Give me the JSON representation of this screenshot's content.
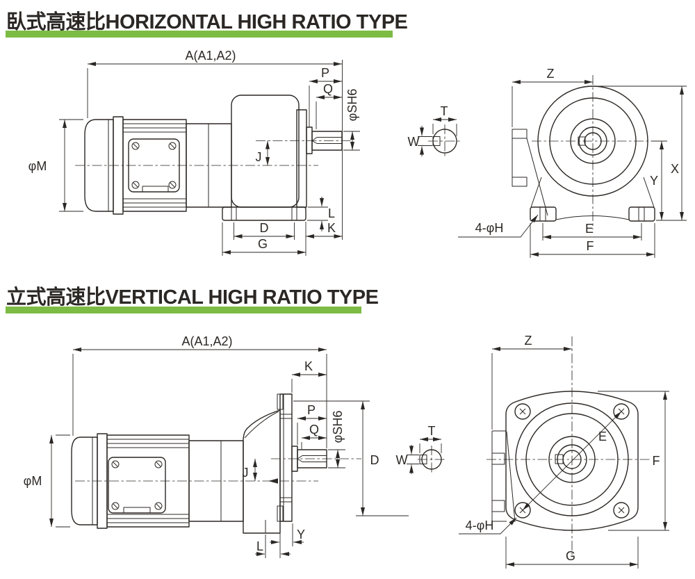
{
  "page": {
    "background": "#ffffff",
    "line_color": "#2b2724",
    "accent_green": "#7cbb44"
  },
  "sections": {
    "horizontal": {
      "title": "臥式高速比HORIZONTAL HIGH RATIO TYPE",
      "labels": {
        "a": "A(A1,A2)",
        "phi_m": "φM",
        "p": "P",
        "q": "Q",
        "phi_sh6": "φSH6",
        "j": "J",
        "l": "L",
        "k": "K",
        "d": "D",
        "g": "G",
        "t": "T",
        "w": "W",
        "z": "Z",
        "x": "X",
        "y": "Y",
        "e": "E",
        "f": "F",
        "holes": "4-φH"
      }
    },
    "vertical": {
      "title": "立式高速比VERTICAL HIGH RATIO TYPE",
      "labels": {
        "a": "A(A1,A2)",
        "phi_m": "φM",
        "k": "K",
        "p": "P",
        "q": "Q",
        "phi_sh6": "φSH6",
        "d": "D",
        "j": "J",
        "l": "L",
        "y": "Y",
        "t": "T",
        "w": "W",
        "z": "Z",
        "e": "E",
        "f": "F",
        "g": "G",
        "holes": "4-φH"
      }
    }
  }
}
